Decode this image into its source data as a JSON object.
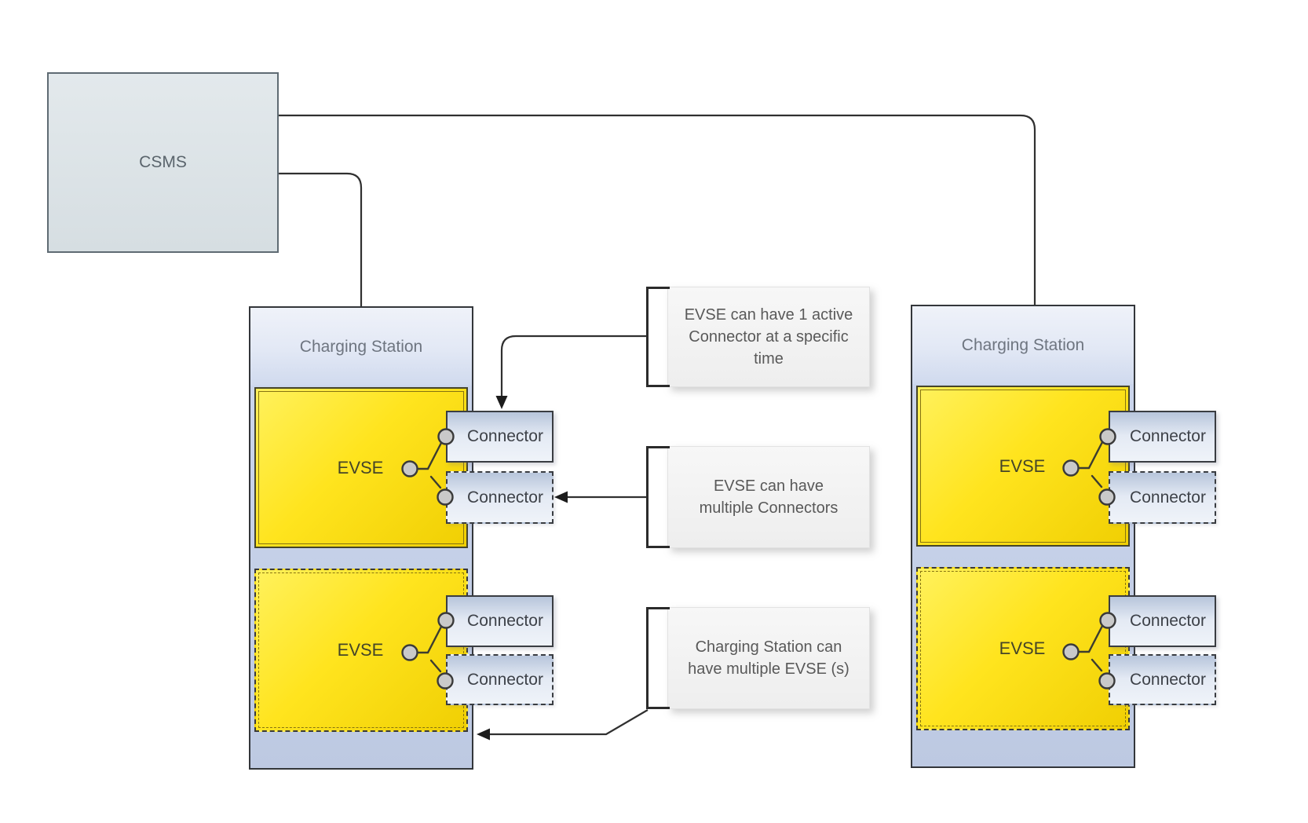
{
  "csms": {
    "label": "CSMS"
  },
  "stations": [
    {
      "label": "Charging Station",
      "evses": [
        {
          "label": "EVSE",
          "style": "solid",
          "connectors": [
            {
              "label": "Connector",
              "style": "solid"
            },
            {
              "label": "Connector",
              "style": "dashed"
            }
          ]
        },
        {
          "label": "EVSE",
          "style": "dashed",
          "connectors": [
            {
              "label": "Connector",
              "style": "solid"
            },
            {
              "label": "Connector",
              "style": "dashed"
            }
          ]
        }
      ]
    },
    {
      "label": "Charging Station",
      "evses": [
        {
          "label": "EVSE",
          "style": "solid",
          "connectors": [
            {
              "label": "Connector",
              "style": "solid"
            },
            {
              "label": "Connector",
              "style": "dashed"
            }
          ]
        },
        {
          "label": "EVSE",
          "style": "dashed",
          "connectors": [
            {
              "label": "Connector",
              "style": "solid"
            },
            {
              "label": "Connector",
              "style": "dashed"
            }
          ]
        }
      ]
    }
  ],
  "annotations": [
    {
      "lines": [
        "EVSE can have 1 active",
        "Connector at a specific",
        "time"
      ]
    },
    {
      "lines": [
        "EVSE can have",
        "multiple Connectors"
      ]
    },
    {
      "lines": [
        "Charging Station can",
        "have multiple EVSE (s)"
      ]
    }
  ],
  "colors": {
    "evse_yellow_2": "#ffe41e",
    "station_fill_top": "#ced8ee",
    "connector_fill_top": "#b7c5db",
    "csms_fill_top": "#e3e9ec",
    "annotation_bg_top": "#f7f7f7",
    "line_color": "#303030",
    "annotation_text": "#595959"
  }
}
